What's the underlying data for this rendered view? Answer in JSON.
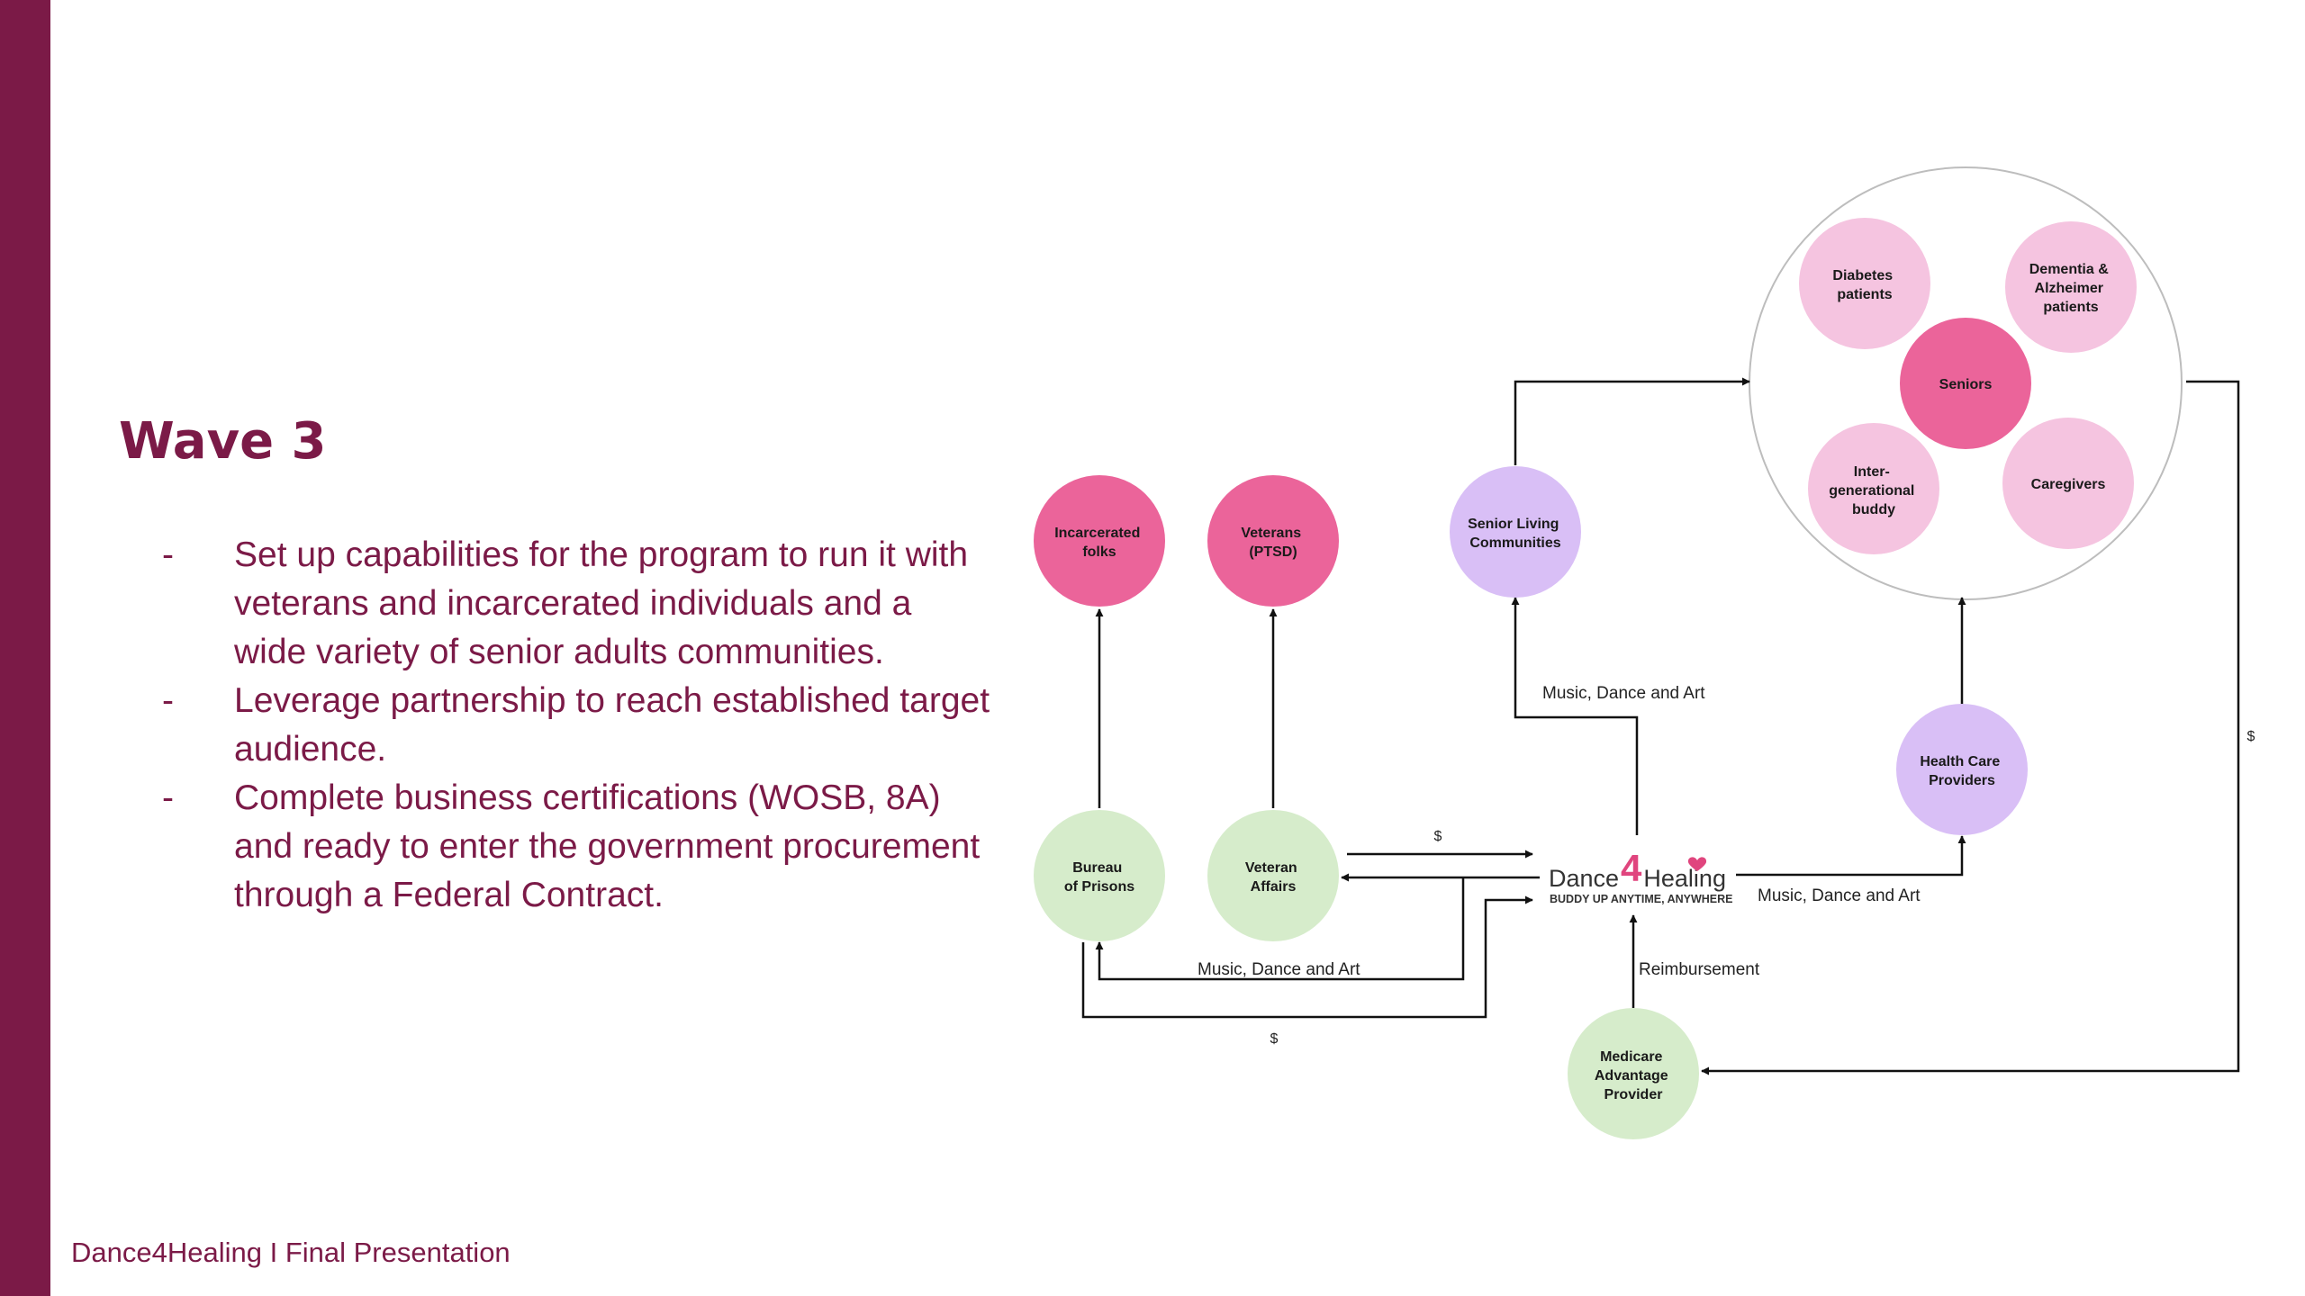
{
  "slide": {
    "title": "Wave 3",
    "bullets": [
      {
        "dash": "-",
        "text": "Set up capabilities for the program to run it with veterans and incarcerated individuals and a wide variety of senior adults communities."
      },
      {
        "dash": "-",
        "text": "Leverage partnership to reach established target audience."
      },
      {
        "dash": "-",
        "text": "Complete business certifications (WOSB, 8A) and ready to enter the government procurement through a Federal Contract."
      }
    ],
    "footer": "Dance4Healing I Final Presentation"
  },
  "colors": {
    "brand": "#7b1a47",
    "pink_strong": "#eb649a",
    "pink_light": "#f5c4e0",
    "lavender": "#d9bff6",
    "green": "#d6eccb"
  },
  "diagram": {
    "nodes": {
      "incarcerated": [
        "Incarcerated",
        "folks"
      ],
      "veterans_ptsd": [
        "Veterans",
        "(PTSD)"
      ],
      "senior_living": [
        "Senior Living",
        "Communities"
      ],
      "diabetes": [
        "Diabetes",
        "patients"
      ],
      "dementia": [
        "Dementia &",
        "Alzheimer",
        "patients"
      ],
      "seniors": [
        "Seniors"
      ],
      "intergen": [
        "Inter-",
        "generational",
        "buddy"
      ],
      "caregivers": [
        "Caregivers"
      ],
      "health_care": [
        "Health Care",
        "Providers"
      ],
      "bureau": [
        "Bureau",
        "of Prisons"
      ],
      "veteran_affairs": [
        "Veteran",
        "Affairs"
      ],
      "medicare": [
        "Medicare",
        "Advantage",
        "Provider"
      ]
    },
    "edge_labels": {
      "mda_senior_living": "Music, Dance and Art",
      "mda_health": "Music, Dance and Art",
      "mda_gov": "Music, Dance and Art",
      "reimbursement": "Reimbursement",
      "dollar_va": "$",
      "dollar_bureau": "$",
      "dollar_medicare": "$"
    },
    "logo": {
      "dance": "Dance",
      "four": "4",
      "healing": "Healing",
      "tagline": "BUDDY UP ANYTIME, ANYWHERE"
    }
  }
}
